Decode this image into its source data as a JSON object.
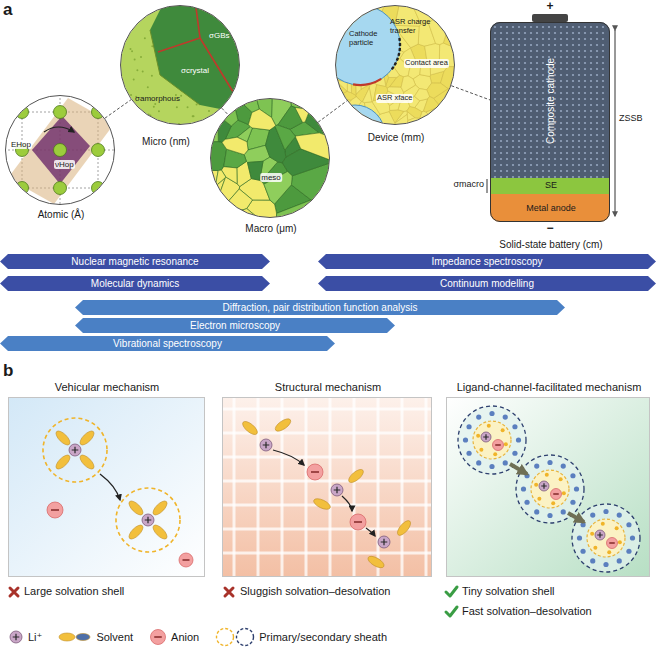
{
  "diagram": {
    "nodes": [
      {
        "text": [
          "EHop",
          "νHop",
          "Atomic (Å)"
        ]
      },
      {
        "text": [
          "σGBs",
          "σcrystal",
          "σamorphous",
          "Micro (nm)"
        ]
      },
      {
        "text": [
          "meso",
          "Macro (μm)"
        ]
      },
      {
        "text": [
          "Cathode particle",
          "ASR charge transfer",
          "Contact area",
          "ASR xface",
          "Device (mm)"
        ]
      },
      {
        "text": [
          "Composite cathode",
          "SE",
          "Metal anode",
          "Solid-state battery (cm)"
        ]
      },
      {
        "text": [
          "Nuclear magnetic resonance"
        ]
      },
      {
        "text": [
          "Impedance spectroscopy"
        ]
      },
      {
        "text": [
          "Molecular dynamics"
        ]
      },
      {
        "text": [
          "Continuum modelling"
        ]
      },
      {
        "text": [
          "Diffraction, pair distribution function analysis"
        ]
      },
      {
        "text": [
          "Electron microscopy"
        ]
      },
      {
        "text": [
          "Vibrational spectroscopy"
        ]
      },
      {
        "text": [
          "Vehicular mechanism"
        ]
      },
      {
        "text": [
          "Structural mechanism"
        ]
      },
      {
        "text": [
          "Ligand-channel-facilitated mechanism"
        ]
      }
    ],
    "edges": [
      {
        "from": 0,
        "to": 1,
        "arrow": "none"
      },
      {
        "from": 1,
        "to": 2,
        "arrow": "none"
      },
      {
        "from": 2,
        "to": 3,
        "arrow": "none"
      },
      {
        "from": 3,
        "to": 4,
        "arrow": "none"
      }
    ],
    "labels": [
      "a",
      "+",
      "−",
      "ZSSB",
      "σmacro",
      "b",
      "Large solvation shell",
      "Sluggish solvation–desolvation",
      "Tiny solvation shell",
      "Fast solvation–desolvation"
    ],
    "legend": [
      {
        "text": "Li⁺"
      },
      {
        "text": "Solvent"
      },
      {
        "text": "Anion"
      },
      {
        "text": "Primary/secondary sheath"
      }
    ]
  }
}
